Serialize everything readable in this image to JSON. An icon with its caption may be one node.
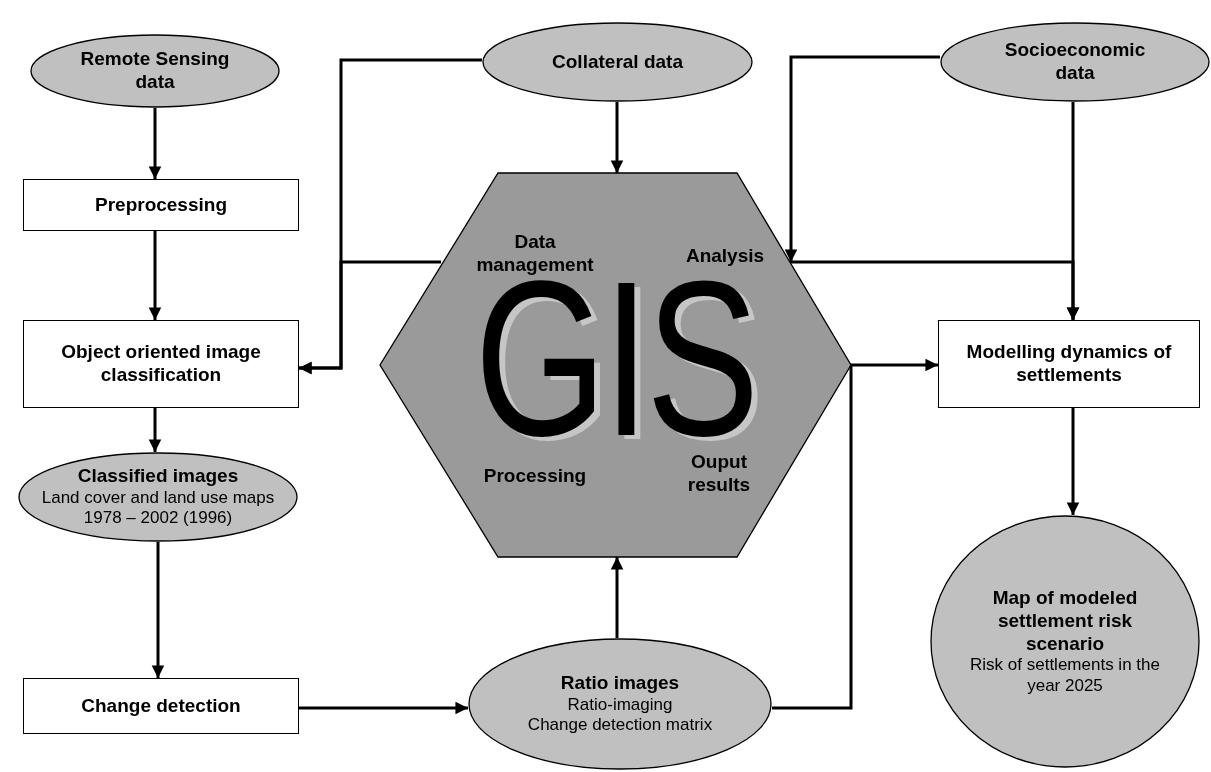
{
  "diagram": {
    "nodes": [
      {
        "text": [
          "Remote Sensing data"
        ]
      },
      {
        "text": [
          "Collateral data"
        ]
      },
      {
        "text": [
          "Socioeconomic data"
        ]
      },
      {
        "text": [
          "Preprocessing"
        ]
      },
      {
        "text": [
          "Object oriented image classification"
        ]
      },
      {
        "text": [
          "Data management",
          "Analysis",
          "GIS",
          "Processing",
          "Ouput results"
        ]
      },
      {
        "text": [
          "Modelling dynamics of settlements"
        ]
      },
      {
        "text": [
          "Classified images",
          "Land cover and land use maps",
          "1978 – 2002 (1996)"
        ]
      },
      {
        "text": [
          "Change detection"
        ]
      },
      {
        "text": [
          "Ratio images",
          "Ratio-imaging",
          "Change detection matrix"
        ]
      },
      {
        "text": [
          "Map of modeled settlement risk scenario",
          "Risk of settlements in the year 2025"
        ]
      }
    ],
    "edges": [
      {
        "from": 0,
        "to": 3,
        "arrow": "to"
      },
      {
        "from": 3,
        "to": 4,
        "arrow": "to"
      },
      {
        "from": 4,
        "to": 7,
        "arrow": "to"
      },
      {
        "from": 7,
        "to": 8,
        "arrow": "to"
      },
      {
        "from": 8,
        "to": 9,
        "arrow": "to"
      },
      {
        "from": 9,
        "to": 5,
        "arrow": "to"
      },
      {
        "from": 1,
        "to": 5,
        "arrow": "to"
      },
      {
        "from": 1,
        "to": 4,
        "arrow": "to"
      },
      {
        "from": 5,
        "to": 4,
        "arrow": "to"
      },
      {
        "from": 2,
        "to": 5,
        "arrow": "to"
      },
      {
        "from": 2,
        "to": 6,
        "arrow": "to"
      },
      {
        "from": 5,
        "to": 6,
        "arrow": "to"
      },
      {
        "from": 9,
        "to": 6,
        "arrow": "to"
      },
      {
        "from": 6,
        "to": 10,
        "arrow": "to"
      }
    ]
  }
}
